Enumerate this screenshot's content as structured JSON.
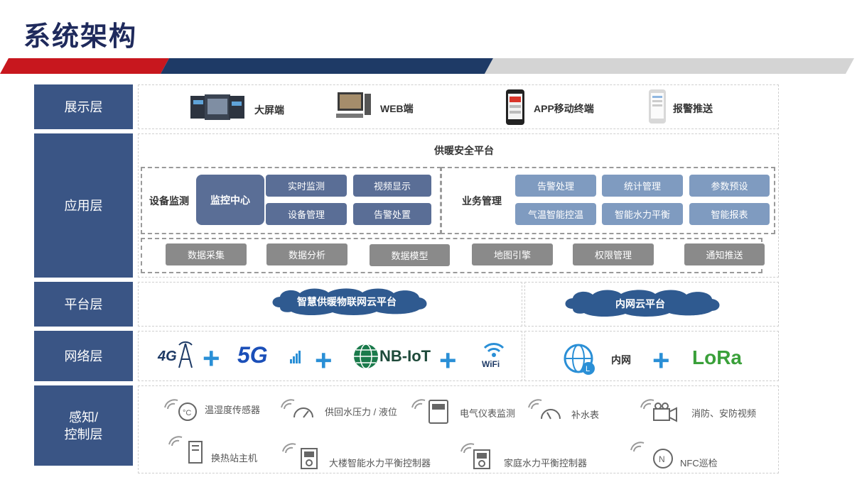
{
  "title": "系统架构",
  "colors": {
    "red": "#c8171e",
    "navy": "#1e3a66",
    "gray": "#d4d4d4",
    "label_bg": "#3a5585"
  },
  "layers": {
    "display": "展示层",
    "application": "应用层",
    "platform": "平台层",
    "network": "网络层",
    "perception_line1": "感知/",
    "perception_line2": "控制层"
  },
  "display": {
    "big_screen": "大屏端",
    "web": "WEB端",
    "app": "APP移动终端",
    "push": "报警推送"
  },
  "application": {
    "platform_title": "供暖安全平台",
    "device_monitor": "设备监测",
    "monitor_center": "监控中心",
    "device_boxes": [
      "实时监测",
      "视频显示",
      "设备管理",
      "告警处置"
    ],
    "business": "业务管理",
    "business_boxes": [
      "告警处理",
      "统计管理",
      "参数预设",
      "气温智能控温",
      "智能水力平衡",
      "智能报表"
    ],
    "base_boxes": [
      "数据采集",
      "数据分析",
      "数据模型",
      "地图引擎",
      "权限管理",
      "通知推送"
    ]
  },
  "platform": {
    "iot_cloud": "智慧供暖物联网云平台",
    "intranet_cloud": "内网云平台"
  },
  "network": {
    "g4": "4G",
    "g5": "5G",
    "nbiot": "NB-IoT",
    "wifi": "WiFi",
    "intranet": "内网",
    "lora": "LoRa"
  },
  "perception": {
    "row1": [
      "温湿度传感器",
      "供回水压力 / 液位",
      "电气仪表监测",
      "补水表",
      "消防、安防视频"
    ],
    "row2": [
      "换热站主机",
      "大楼智能水力平衡控制器",
      "家庭水力平衡控制器",
      "NFC巡检"
    ],
    "sensor_icons": [
      "thermometer-sensor-icon",
      "pressure-gauge-icon",
      "electric-meter-icon",
      "water-meter-icon",
      "camera-icon",
      "host-unit-icon",
      "building-controller-icon",
      "home-controller-icon",
      "nfc-icon"
    ]
  }
}
